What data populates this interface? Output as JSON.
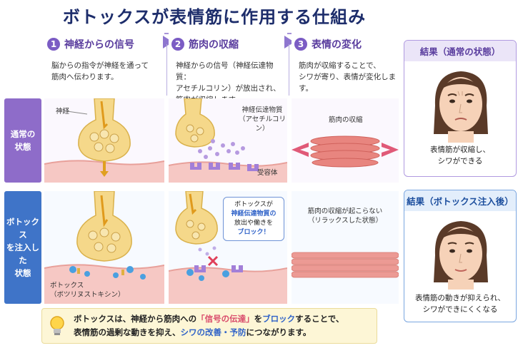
{
  "title": "ボトックスが表情筋に作用する仕組み",
  "steps": [
    {
      "num": "1",
      "title": "神経からの信号",
      "desc1": "脳からの指令が神経を通って",
      "desc2": "筋肉へ伝わります。",
      "desc3": ""
    },
    {
      "num": "2",
      "title": "筋肉の収縮",
      "desc1": "神経からの信号（神経伝達物質：",
      "desc2": "アセチルコリン）が放出され、",
      "desc3": "筋肉が収縮します。"
    },
    {
      "num": "3",
      "title": "表情の変化",
      "desc1": "筋肉が収縮することで、",
      "desc2": "シワが寄り、表情が変化します。",
      "desc3": ""
    }
  ],
  "rows": {
    "normal": {
      "line1": "通常の",
      "line2": "状態"
    },
    "botox": {
      "line1": "ボトックス",
      "line2": "を注入した",
      "line3": "状態"
    }
  },
  "labels": {
    "nerve": "神経",
    "transmitter1": "神経伝達物質",
    "transmitter2": "（アセチルコリン）",
    "receptor": "受容体",
    "muscle_contract": "筋肉の収縮",
    "no_contract1": "筋肉の収縮が起こらない",
    "no_contract2": "（リラックスした状態）",
    "botox1": "ボトックス",
    "botox2": "（ボツリヌストキシン）"
  },
  "callout": {
    "line1": "ボトックスが",
    "line2": "神経伝達物質の",
    "line3": "放出や働きを",
    "line4": "ブロック！"
  },
  "results": {
    "normal": {
      "title": "結果（通常の状態）",
      "cap1": "表情筋が収縮し、",
      "cap2": "シワができる"
    },
    "botox": {
      "title": "結果（ボトックス注入後）",
      "cap1": "表情筋の動きが抑えられ、",
      "cap2": "シワができにくくなる"
    }
  },
  "summary": {
    "p1": "ボトックスは、神経から筋肉への",
    "p2": "「信号の伝達」",
    "p3": "を",
    "p4": "ブロック",
    "p5": "することで、",
    "p6": "表情筋の過剰な動きを抑え、",
    "p7": "シワの改善・予防",
    "p8": "につながります。"
  },
  "colors": {
    "accent": "#7b5cc4",
    "botox_blue": "#3f74c8",
    "muscle": "#e8857f",
    "vesicle": "#f2cf6a"
  }
}
